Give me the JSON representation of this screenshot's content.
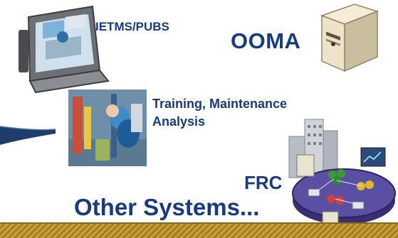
{
  "labels": {
    "ietms": "IETMS/PUBS",
    "ooma": "OOMA",
    "training_line1": "Training, Maintenance",
    "training_line2": "Analysis",
    "frc": "FRC",
    "other": "Other Systems..."
  },
  "icons": {
    "laptop": "rugged-laptop-icon",
    "server": "server-tower-icon",
    "training": "maintenance-training-image",
    "network": "network-platform-icon"
  },
  "colors": {
    "text": "#1a3a7c",
    "arrow": "#1f3d6b",
    "platform": "#4a3f8a",
    "band": "#b48a2c"
  }
}
